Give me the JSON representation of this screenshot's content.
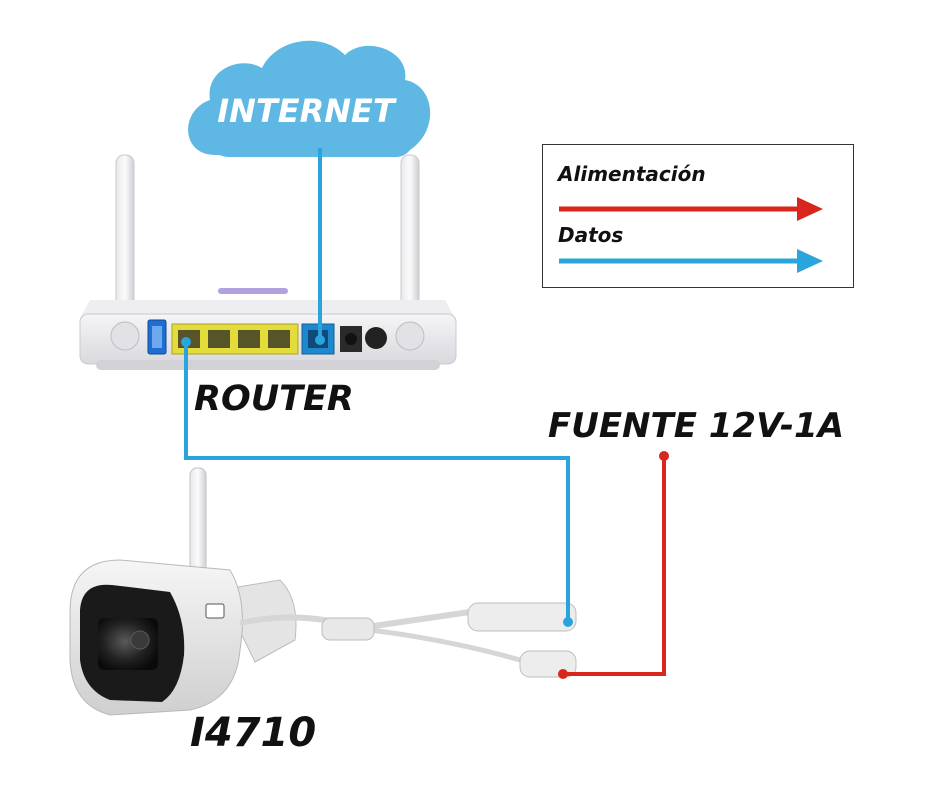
{
  "cloud": {
    "label": "INTERNET"
  },
  "router": {
    "label": "ROUTER"
  },
  "power_supply": {
    "label": "FUENTE 12V-1A"
  },
  "camera": {
    "label": "I4710"
  },
  "legend": {
    "power_label": "Alimentación",
    "data_label": "Datos"
  },
  "colors": {
    "power": "#d9261c",
    "data": "#2aa4dc",
    "cloud": "#5fb7e3",
    "port_yellow": "#e3dc3a",
    "port_blue": "#1e88cf"
  }
}
